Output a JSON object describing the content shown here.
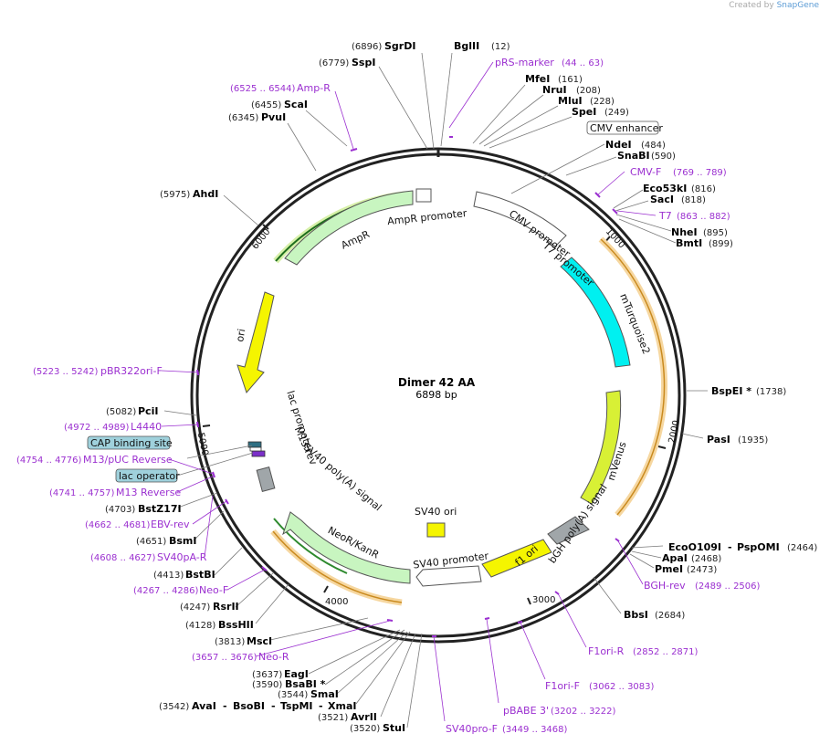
{
  "watermark": {
    "prefix": "Created by",
    "brand": "SnapGene"
  },
  "plasmid": {
    "name": "Dimer 42 AA",
    "length_label": "6898 bp",
    "length": 6898
  },
  "ticks": [
    "1000",
    "2000",
    "3000",
    "4000",
    "5000",
    "6000"
  ],
  "enzymes": [
    {
      "name": "SgrDI",
      "pos": "(6896)"
    },
    {
      "name": "BglII",
      "pos": "(12)"
    },
    {
      "name": "SspI",
      "pos": "(6779)"
    },
    {
      "name": "MfeI",
      "pos": "(161)"
    },
    {
      "name": "NruI",
      "pos": "(208)"
    },
    {
      "name": "MluI",
      "pos": "(228)"
    },
    {
      "name": "SpeI",
      "pos": "(249)"
    },
    {
      "name": "ScaI",
      "pos": "(6455)"
    },
    {
      "name": "PvuI",
      "pos": "(6345)"
    },
    {
      "name": "NdeI",
      "pos": "(484)"
    },
    {
      "name": "SnaBI",
      "pos": "(590)"
    },
    {
      "name": "Eco53kI",
      "pos": "(816)"
    },
    {
      "name": "SacI",
      "pos": "(818)"
    },
    {
      "name": "NheI",
      "pos": "(895)"
    },
    {
      "name": "BmtI",
      "pos": "(899)"
    },
    {
      "name": "AhdI",
      "pos": "(5975)"
    },
    {
      "name": "BspEI *",
      "pos": "(1738)"
    },
    {
      "name": "PasI",
      "pos": "(1935)"
    },
    {
      "name": "PciI",
      "pos": "(5082)"
    },
    {
      "name": "BstZ17I",
      "pos": "(4703)"
    },
    {
      "name": "BsmI",
      "pos": "(4651)"
    },
    {
      "name": "BstBI",
      "pos": "(4413)"
    },
    {
      "name": "RsrII",
      "pos": "(4247)"
    },
    {
      "name": "BssHII",
      "pos": "(4128)"
    },
    {
      "name": "MscI",
      "pos": "(3813)"
    },
    {
      "name": "EagI",
      "pos": "(3637)"
    },
    {
      "name": "BsaBI *",
      "pos": "(3590)"
    },
    {
      "name": "SmaI",
      "pos": "(3544)"
    },
    {
      "name": "AvaI",
      "pos": "(3542)"
    },
    {
      "name": "BsoBI",
      "pos": ""
    },
    {
      "name": "TspMI",
      "pos": ""
    },
    {
      "name": "XmaI",
      "pos": ""
    },
    {
      "name": "AvrII",
      "pos": "(3521)"
    },
    {
      "name": "StuI",
      "pos": "(3520)"
    },
    {
      "name": "EcoO109I",
      "pos": ""
    },
    {
      "name": "PspOMI",
      "pos": "(2464)"
    },
    {
      "name": "ApaI",
      "pos": "(2468)"
    },
    {
      "name": "PmeI",
      "pos": "(2473)"
    },
    {
      "name": "BbsI",
      "pos": "(2684)"
    }
  ],
  "primers": [
    {
      "name": "pRS-marker",
      "pos": "(44 .. 63)"
    },
    {
      "name": "Amp-R",
      "pos": "(6525 .. 6544)"
    },
    {
      "name": "CMV-F",
      "pos": "(769 .. 789)"
    },
    {
      "name": "T7",
      "pos": "(863 .. 882)"
    },
    {
      "name": "pBR322ori-F",
      "pos": "(5223 .. 5242)"
    },
    {
      "name": "L4440",
      "pos": "(4972 .. 4989)"
    },
    {
      "name": "M13/pUC Reverse",
      "pos": "(4754 .. 4776)"
    },
    {
      "name": "M13 Reverse",
      "pos": "(4741 .. 4757)"
    },
    {
      "name": "EBV-rev",
      "pos": "(4662 .. 4681)"
    },
    {
      "name": "SV40pA-R",
      "pos": "(4608 .. 4627)"
    },
    {
      "name": "Neo-F",
      "pos": "(4267 .. 4286)"
    },
    {
      "name": "Neo-R",
      "pos": "(3657 .. 3676)"
    },
    {
      "name": "SV40pro-F",
      "pos": "(3449 .. 3468)"
    },
    {
      "name": "pBABE 3'",
      "pos": "(3202 .. 3222)"
    },
    {
      "name": "F1ori-F",
      "pos": "(3062 .. 3083)"
    },
    {
      "name": "F1ori-R",
      "pos": "(2852 .. 2871)"
    },
    {
      "name": "BGH-rev",
      "pos": "(2489 .. 2506)"
    }
  ],
  "boxed_features": [
    "CMV enhancer",
    "CAP binding site",
    "lac operator"
  ],
  "features": [
    "AmpR promoter",
    "AmpR",
    "CMV promoter",
    "T7 promoter",
    "mTurquoise2",
    "mVenus",
    "bGH poly(A) signal",
    "f1 ori",
    "SV40 promoter",
    "SV40 ori",
    "NeoR/KanR",
    "SV40 poly(A) signal",
    "M13 rev",
    "lac promoter",
    "ori"
  ],
  "colors": {
    "ampr": "#c8f5c0",
    "cmv": "#ffffff",
    "mturquoise": "#00f0f0",
    "mvenus": "#d8f035",
    "bgh": "#a0a6a9",
    "f1ori": "#f5f500",
    "ori": "#f5f500",
    "sv40ori": "#f5f500",
    "neor": "#c8f5c0",
    "orf_orange": "#e8a93a",
    "orf_green": "#2e8a2e",
    "primer": "#9b30d0",
    "boxed_fill": "#9fd1dc"
  }
}
